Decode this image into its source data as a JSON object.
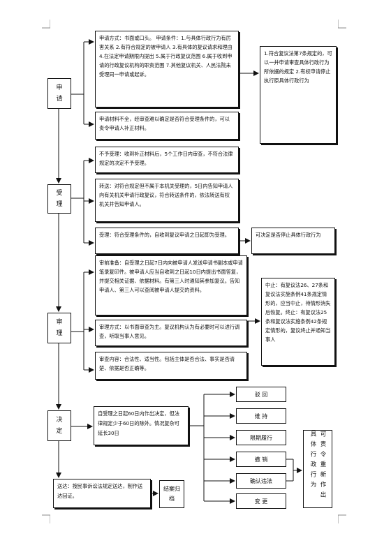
{
  "stages": {
    "apply": [
      "申",
      "请"
    ],
    "accept": [
      "受",
      "理"
    ],
    "review": [
      "审",
      "理"
    ],
    "decide": [
      "决",
      "定"
    ]
  },
  "apply": {
    "method_conditions": "申请方式：书面或口头。 申请条件：1.与具体行政行为有厉害关系 2.有符合规定的被申请人 3.有具体的复议请求和理由 4.在法定申请期限内提出 5.属于行政复议范围 6.属于收到申请的行政复议机构的职责范围 7.其他复议机关、人民法院未受理同一申请或起诉。",
    "incomplete": "申请材料不全，经审查难以确定是否符合受理条件的，可以责令申请人补正材料。",
    "side_note": "1.符合复议法第7条规定的，可以一并申请审查具体行政行为所依据的规定 2.有权申请停止执行原具体行政行为"
  },
  "accept": {
    "not_accepted": "不予受理：收到补正材料后，5个工作日内审查，不符合法律规定的决定不予受理。",
    "transfer": "转送：对符合规定但不属于本机关受理的，5日内告知申请人向有关机关申请行政复议，符合转送条件的，依法转送有权机关并告知申请人。",
    "accepted": "受理：符合受理条件的，自收到复议申请之日起即为受理。",
    "side_note": "可决定是否停止具体行政行为"
  },
  "review": {
    "preparation": "审前准备：自受理之日起7日内向被申请人发送申请书副本或申请笔录复印件。被申请人应当自收到之日起10日内提出书面答复，并提交相关证据、依据材料。有第三人时通知其参加复议。告知申请人、第三人可以查阅被申请人提交的资料。",
    "method": "审理方式：以书面审查为主。复议机构认为有必要时可以进行调查，听取当事人意见。",
    "content": "审查内容：合法性、适当性。包括主体是否合法、事实是否清楚、依据是否正确等。",
    "side_note": "中止：有复议法26、27条和复议法实施条例41条规定情形的，应当中止，待情形消失后恢复。终止：有复议法25条和复议法实施条例42条规定情形的，复议终止并通知当事人"
  },
  "decide": {
    "deadline": "自受理之日起60日内作出决定，但法律规定少于60日的除外。情况复杂可延长30日",
    "outcomes": [
      "驳 回",
      "维 持",
      "限期履行",
      "撤 销",
      "确认违法",
      "变 更"
    ],
    "side_note": "可责令重新作出具体行政行为"
  },
  "delivery": {
    "text": "送达：按民事诉讼法规定送达，制作送达回证。",
    "end": "结案归档"
  }
}
